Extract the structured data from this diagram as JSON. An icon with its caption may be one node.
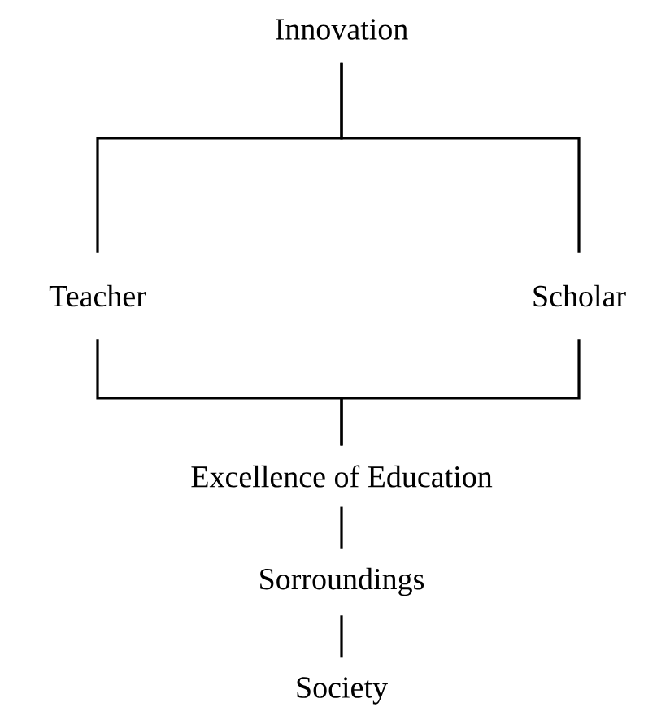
{
  "diagram": {
    "nodes": [
      {
        "text": [
          "Innovation"
        ]
      },
      {
        "text": [
          "Teacher"
        ]
      },
      {
        "text": [
          "Scholar"
        ]
      },
      {
        "text": [
          "Excellence of Education"
        ]
      },
      {
        "text": [
          "Sorroundings"
        ]
      },
      {
        "text": [
          "Society"
        ]
      }
    ],
    "edges": [
      {
        "from": 0,
        "to": 1,
        "arrow": "none"
      },
      {
        "from": 0,
        "to": 2,
        "arrow": "none"
      },
      {
        "from": 1,
        "to": 3,
        "arrow": "none"
      },
      {
        "from": 2,
        "to": 3,
        "arrow": "none"
      },
      {
        "from": 3,
        "to": 4,
        "arrow": "none"
      },
      {
        "from": 4,
        "to": 5,
        "arrow": "none"
      }
    ]
  }
}
